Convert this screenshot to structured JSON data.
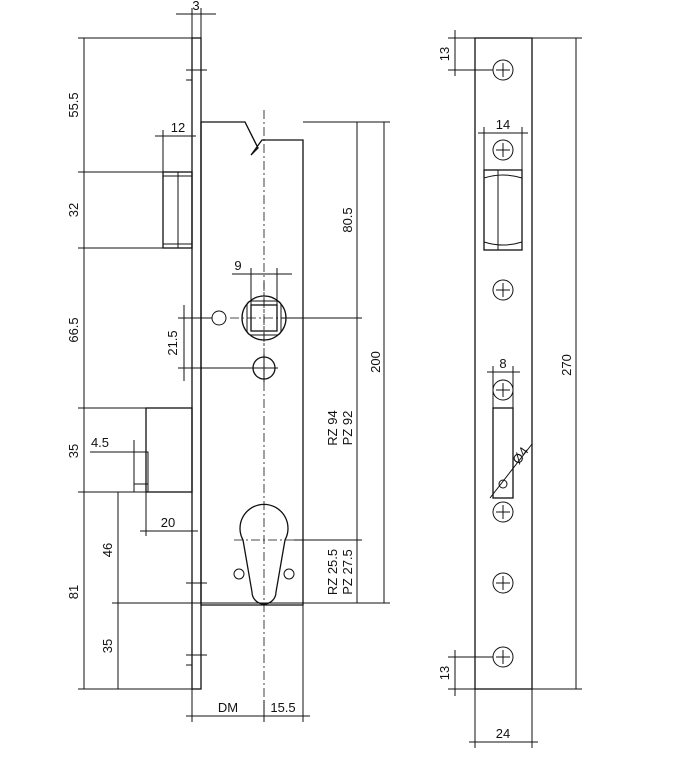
{
  "dims": {
    "faceplate_thickness": "3",
    "top_to_latch": "55.5",
    "latch_depth": "12",
    "latch_height": "32",
    "backset_total": "80.5",
    "spindle_square": "9",
    "spindle_to_hole": "21.5",
    "latch_to_bolt": "66.5",
    "case_height": "200",
    "bolt_height": "35",
    "bolt_offset": "4.5",
    "bolt_throw": "20",
    "rz_top": "RZ 94",
    "pz_top": "PZ 92",
    "rz_bottom": "RZ 25.5",
    "pz_bottom": "PZ 27.5",
    "cyl_to_bottom": "46",
    "cyl_low": "35",
    "bottom_block": "81",
    "dm": "DM",
    "dm_offset": "15.5",
    "side_top_screw": "13",
    "latch_window": "14",
    "total_length": "270",
    "bolt_window": "8",
    "hole_dia": "Ø4",
    "side_bottom_screw": "13",
    "plate_width": "24"
  }
}
